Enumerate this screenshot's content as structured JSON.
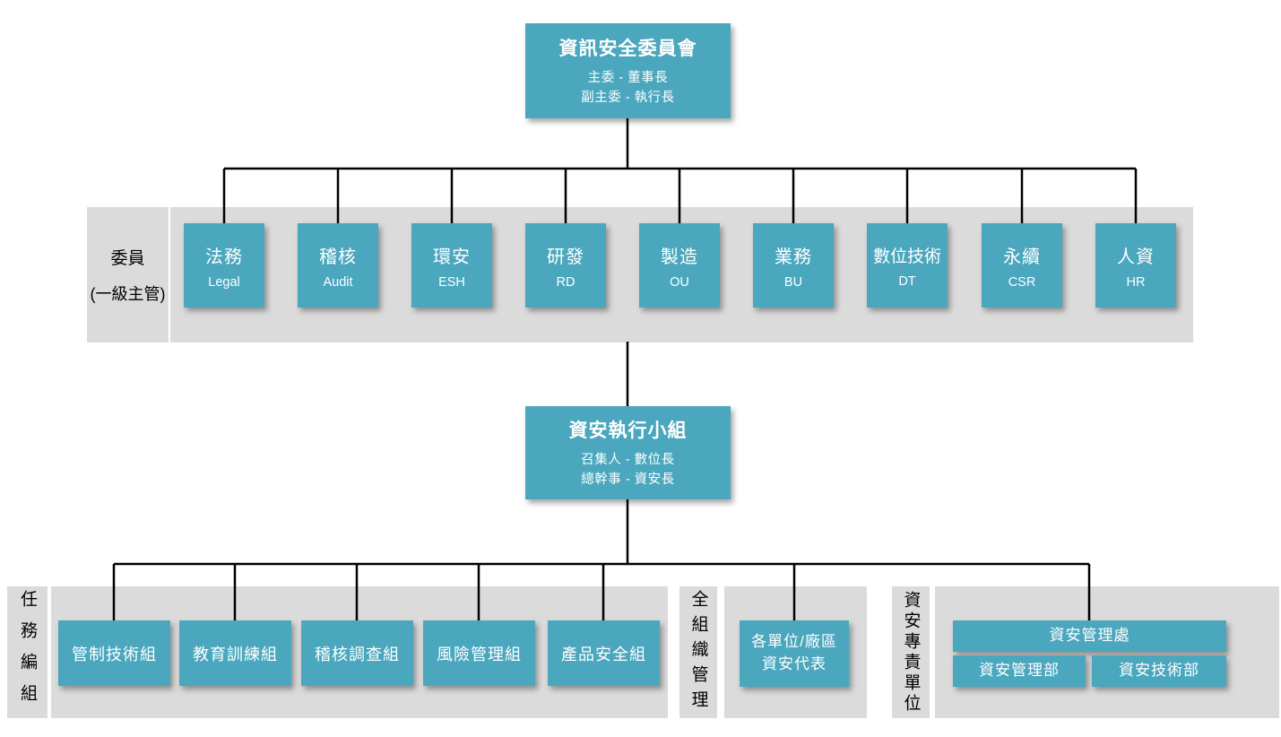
{
  "colors": {
    "node_teal": "#4ba7be",
    "band_gray": "#dbdbdb",
    "connector": "#000000",
    "node_text": "#ffffff"
  },
  "top_committee": {
    "title": "資訊安全委員會",
    "line1": "主委 - 董事長",
    "line2": "副主委 - 執行長"
  },
  "committee_row": {
    "label_line1": "委員",
    "label_line2": "(一級主管)",
    "members": [
      {
        "title": "法務",
        "subtitle": "Legal"
      },
      {
        "title": "稽核",
        "subtitle": "Audit"
      },
      {
        "title": "環安",
        "subtitle": "ESH"
      },
      {
        "title": "研發",
        "subtitle": "RD"
      },
      {
        "title": "製造",
        "subtitle": "OU"
      },
      {
        "title": "業務",
        "subtitle": "BU"
      },
      {
        "title": "數位技術",
        "subtitle": "DT"
      },
      {
        "title": "永續",
        "subtitle": "CSR"
      },
      {
        "title": "人資",
        "subtitle": "HR"
      }
    ]
  },
  "exec_team": {
    "title": "資安執行小組",
    "line1": "召集人 - 數位長",
    "line2": "總幹事 - 資安長"
  },
  "task_groups": {
    "label": "任務編組",
    "groups": [
      "管制技術組",
      "教育訓練組",
      "稽核調查組",
      "風險管理組",
      "產品安全組"
    ]
  },
  "org_wide": {
    "label": "全組織管理",
    "box_line1": "各單位/廠區",
    "box_line2": "資安代表"
  },
  "dedicated_unit": {
    "label": "資安專責單位",
    "division": "資安管理處",
    "departments": [
      "資安管理部",
      "資安技術部"
    ]
  }
}
